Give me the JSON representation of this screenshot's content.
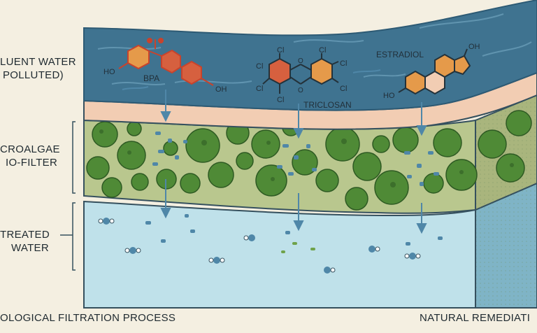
{
  "labels": {
    "effluent_line1": "LUENT WATER",
    "effluent_line2": "POLLUTED)",
    "microalgae_line1": "CROALGAE",
    "microalgae_line2": "IO-FILTER",
    "treated_line1": "TREATED",
    "treated_line2": "WATER"
  },
  "pollutants": {
    "bpa": "BPA",
    "triclosan": "TRICLOSAN",
    "estradiol": "ESTRADIOL",
    "ho": "HO",
    "oh": "OH",
    "cl": "Cl",
    "o": "O"
  },
  "footer": {
    "left": "OLOGICAL FILTRATION PROCESS",
    "right": "NATURAL REMEDIATI"
  },
  "colors": {
    "background": "#f4efe1",
    "water_top": "#3f7390",
    "water_edge": "#2d5a74",
    "sediment": "#f2cdb3",
    "algae_bed": "#b9c78e",
    "algae_cell": "#4f8a36",
    "treated_water": "#bfe1ea",
    "particle": "#4f87a8",
    "ring_orange": "#e59a4a",
    "ring_red": "#d6603f"
  }
}
